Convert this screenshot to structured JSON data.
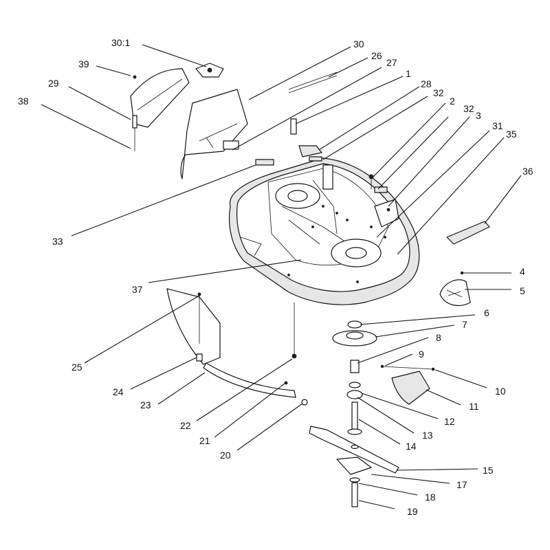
{
  "diagram": {
    "callouts": [
      "30:1",
      "30",
      "26",
      "27",
      "1",
      "28",
      "32",
      "2",
      "32",
      "3",
      "31",
      "35",
      "36",
      "39",
      "29",
      "38",
      "33",
      "37",
      "4",
      "5",
      "6",
      "7",
      "8",
      "9",
      "10",
      "11",
      "12",
      "13",
      "14",
      "15",
      "17",
      "18",
      "19",
      "25",
      "24",
      "23",
      "22",
      "21",
      "20"
    ]
  }
}
